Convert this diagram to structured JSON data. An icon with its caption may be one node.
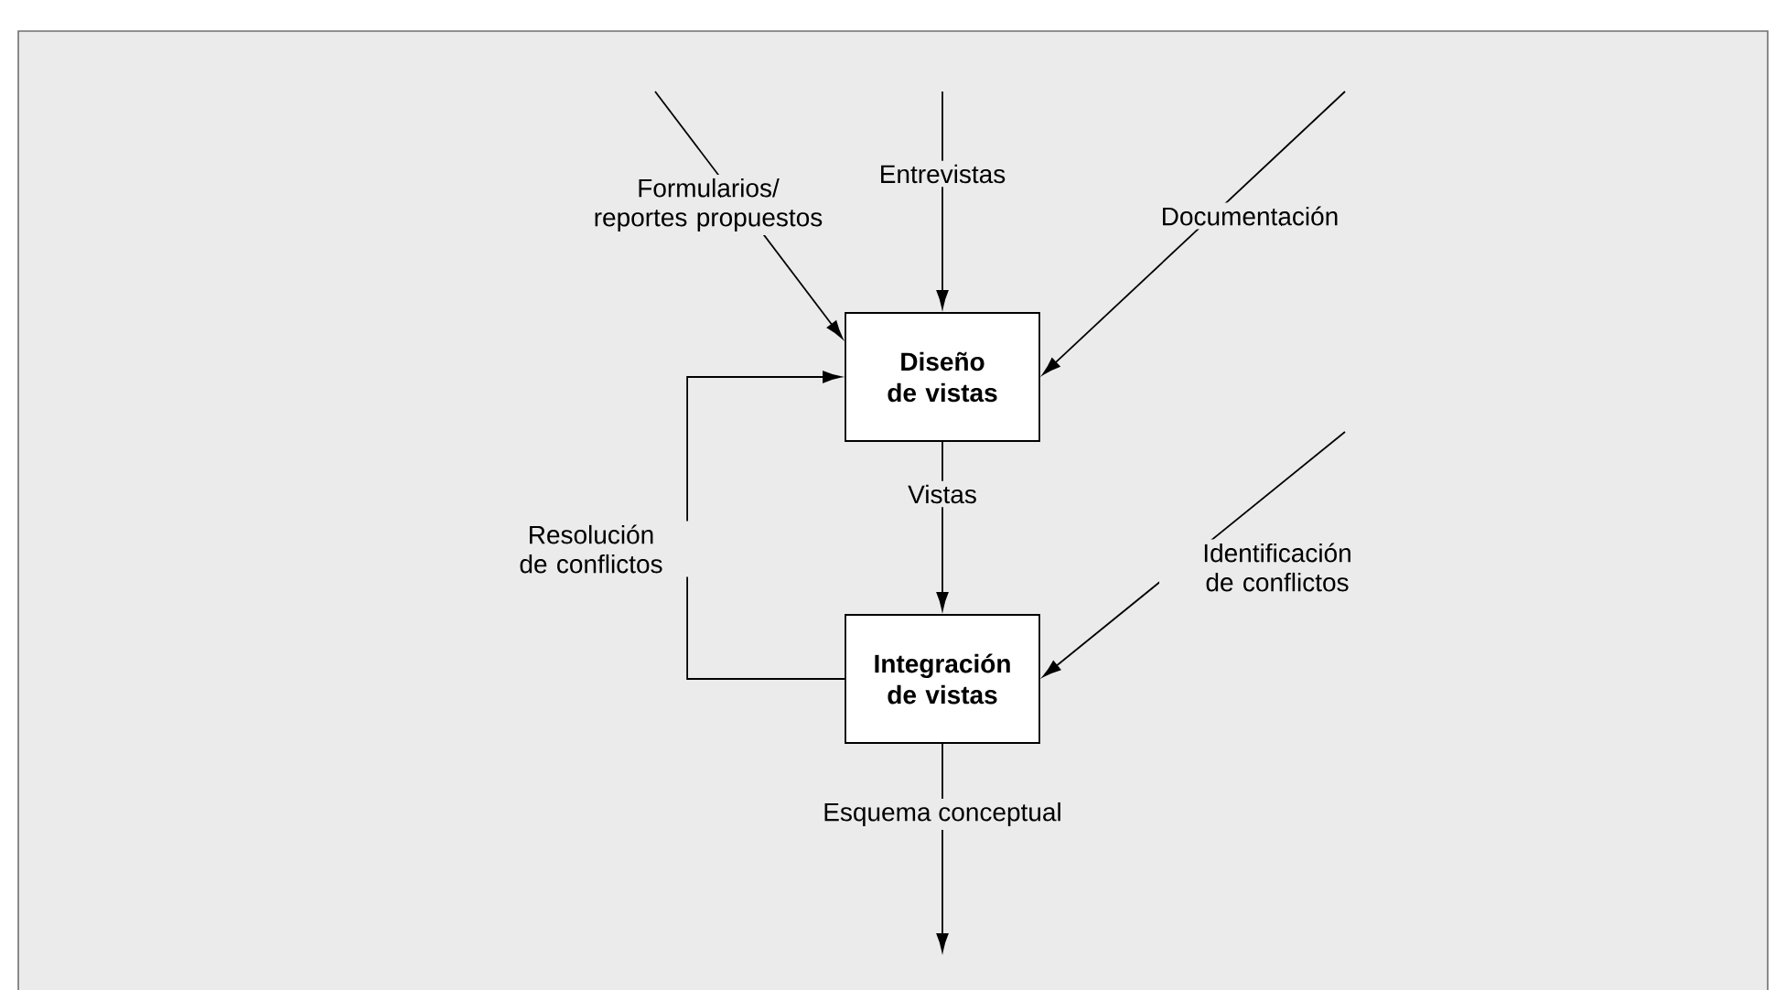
{
  "diagram": {
    "nodes": [
      {
        "text": [
          "Diseño de vistas"
        ]
      },
      {
        "text": [
          "Integración de vistas"
        ]
      }
    ],
    "edges": [
      {
        "from": null,
        "to": 0,
        "arrow": "to",
        "label": "Formularios/ reportes propuestos"
      },
      {
        "from": null,
        "to": 0,
        "arrow": "to",
        "label": "Entrevistas"
      },
      {
        "from": null,
        "to": 0,
        "arrow": "to",
        "label": "Documentación"
      },
      {
        "from": 0,
        "to": 1,
        "arrow": "to",
        "label": "Vistas"
      },
      {
        "from": null,
        "to": 1,
        "arrow": "to",
        "label": "Identificación de conflictos"
      },
      {
        "from": 1,
        "to": 0,
        "arrow": "to",
        "label": "Resolución de conflictos"
      },
      {
        "from": 1,
        "to": null,
        "arrow": "to",
        "label": "Esquema conceptual"
      }
    ]
  }
}
